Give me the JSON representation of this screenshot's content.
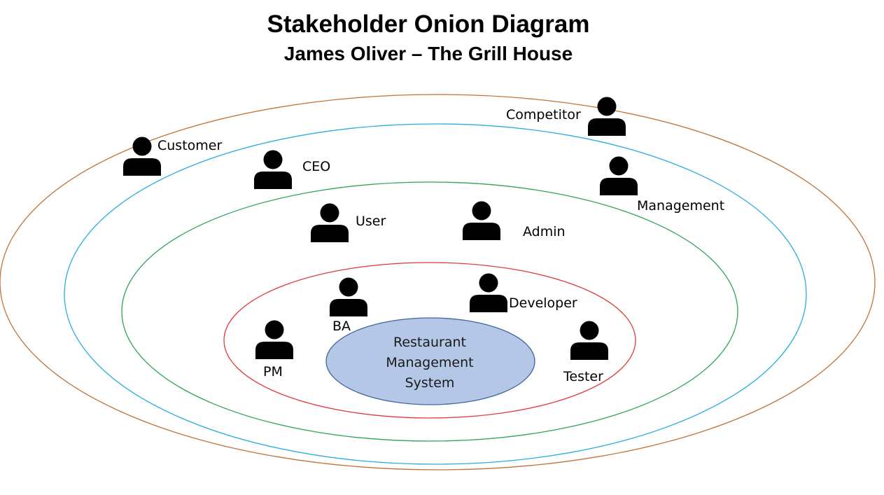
{
  "title": "Stakeholder Onion Diagram",
  "subtitle": "James Oliver – The Grill House",
  "colors": {
    "outer_ring": "#c0733a",
    "ring_3": "#27aee0",
    "ring_2": "#2da55a",
    "ring_1": "#e03a3a",
    "core_fill": "#b4c7e7",
    "core_stroke": "#41669a",
    "person": "#000000"
  },
  "core": {
    "lines": [
      "Restaurant",
      "Management",
      "System"
    ]
  },
  "stakeholders": {
    "competitor": "Competitor",
    "customer": "Customer",
    "ceo": "CEO",
    "management": "Management",
    "user": "User",
    "admin": "Admin",
    "ba": "BA",
    "developer": "Developer",
    "pm": "PM",
    "tester": "Tester"
  }
}
